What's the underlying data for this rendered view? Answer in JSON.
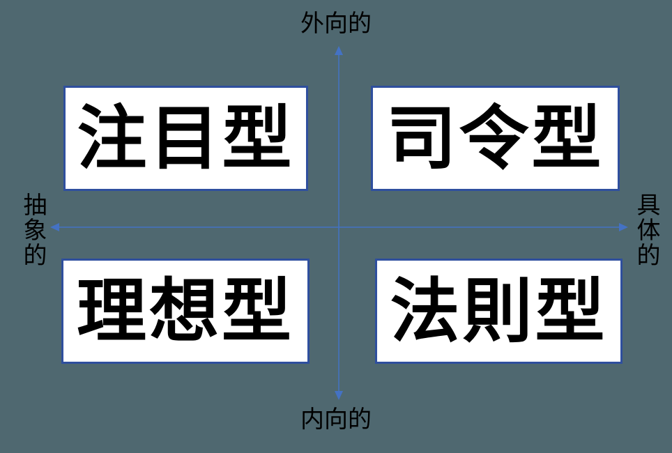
{
  "diagram": {
    "type": "quadrant",
    "colors": {
      "background": "#4f6870",
      "axis": "#4472c4",
      "box_border": "#2f4f9e",
      "box_fill": "#ffffff",
      "text": "#000000"
    },
    "axes": {
      "top_label": "外向的",
      "bottom_label": "内向的",
      "left_label": "抽象的",
      "right_label": "具体的"
    },
    "quadrants": [
      {
        "position": "top-left",
        "label": "注目型"
      },
      {
        "position": "top-right",
        "label": "司令型"
      },
      {
        "position": "bottom-left",
        "label": "理想型"
      },
      {
        "position": "bottom-right",
        "label": "法則型"
      }
    ]
  }
}
